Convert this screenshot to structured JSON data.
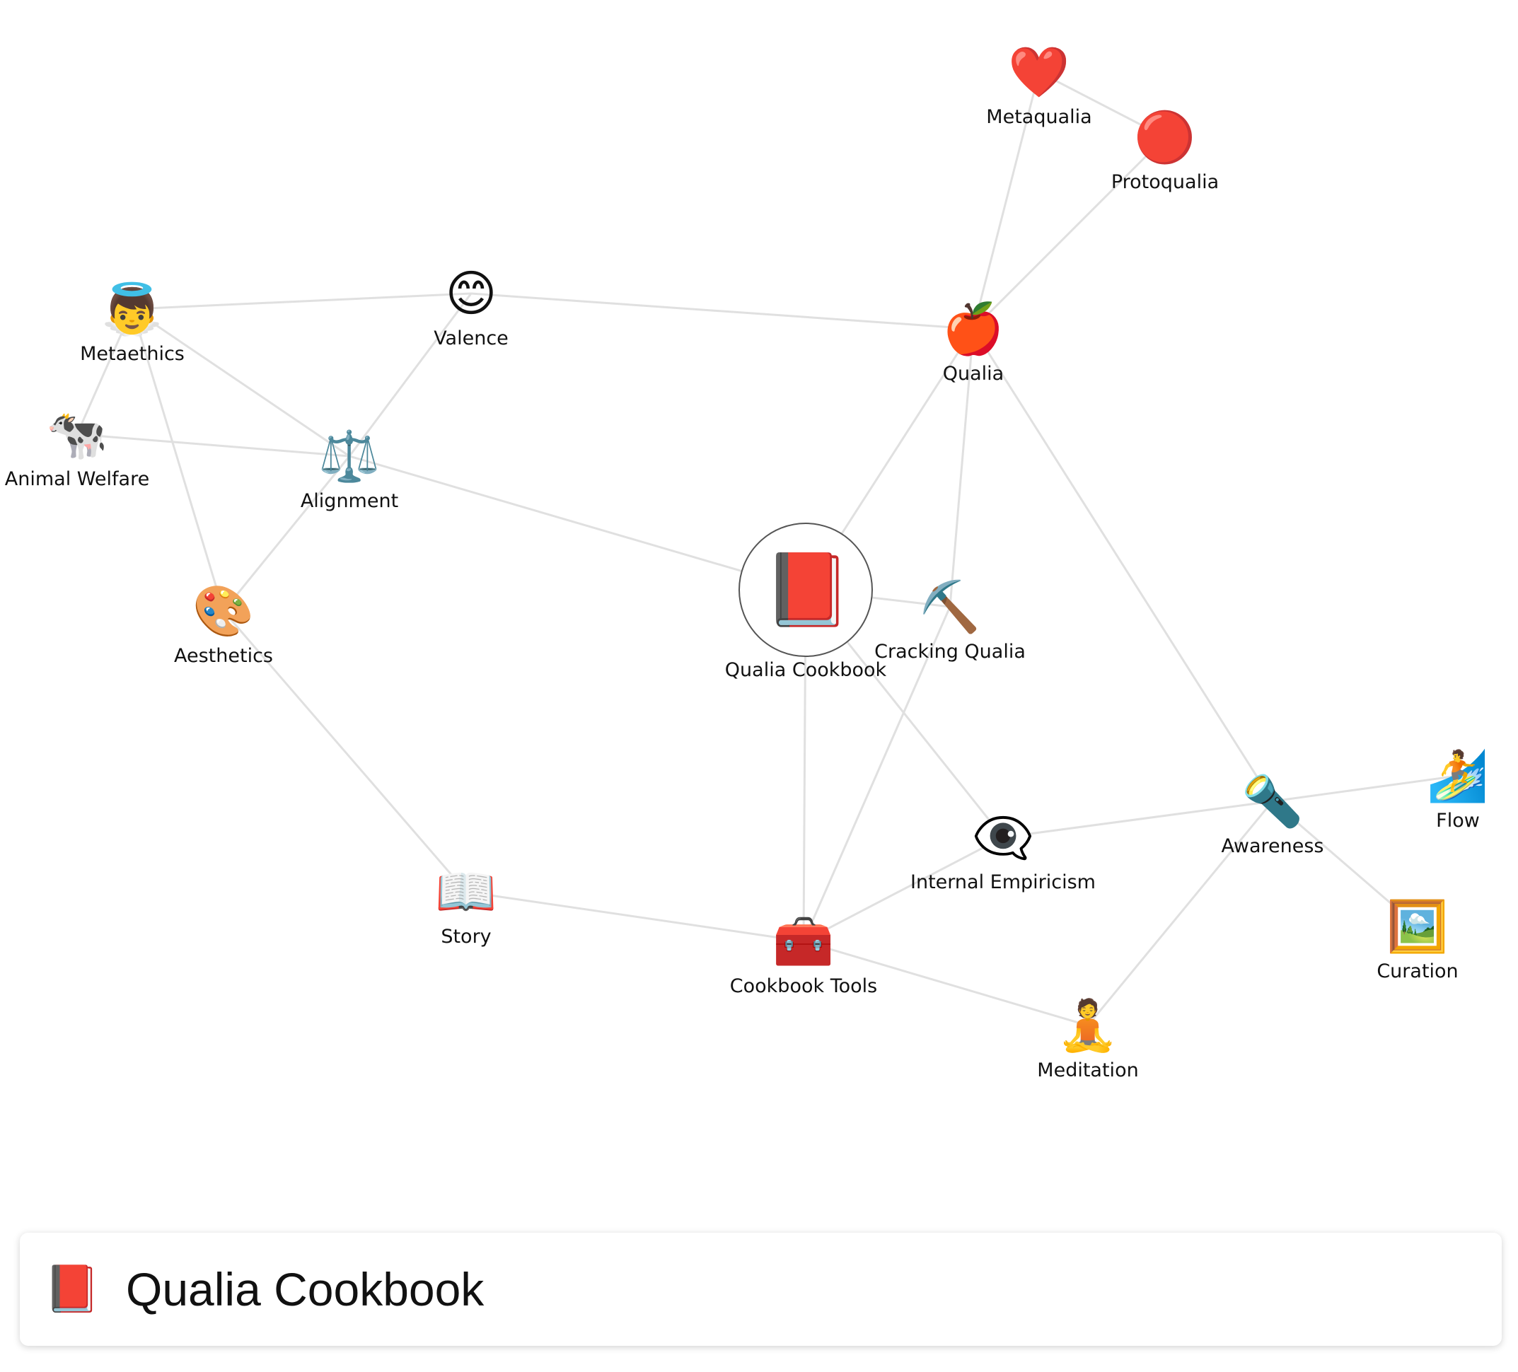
{
  "nodes": {
    "metaqualia": {
      "label": "Metaqualia",
      "icon": "❤️",
      "icon_name": "red-heart-icon"
    },
    "protoqualia": {
      "label": "Protoqualia",
      "icon": "🔴",
      "icon_name": "red-circle-icon"
    },
    "qualia": {
      "label": "Qualia",
      "icon": "🍎",
      "icon_name": "red-apple-icon"
    },
    "valence": {
      "label": "Valence",
      "icon": "😊",
      "icon_name": "smiling-face-icon"
    },
    "metaethics": {
      "label": "Metaethics",
      "icon": "👼",
      "icon_name": "angel-icon"
    },
    "animal_welfare": {
      "label": "Animal Welfare",
      "icon": "🐄",
      "icon_name": "cow-icon"
    },
    "alignment": {
      "label": "Alignment",
      "icon": "⚖️",
      "icon_name": "balance-scale-icon"
    },
    "aesthetics": {
      "label": "Aesthetics",
      "icon": "🎨",
      "icon_name": "artist-palette-icon"
    },
    "qualia_cookbook": {
      "label": "Qualia Cookbook",
      "icon": "📕",
      "icon_name": "red-book-icon"
    },
    "cracking_qualia": {
      "label": "Cracking Qualia",
      "icon": "⛏️",
      "icon_name": "pickaxe-icon"
    },
    "internal_empiricism": {
      "label": "Internal Empiricism",
      "icon": "👁️‍🗨️",
      "icon_name": "eye-in-speech-bubble-icon"
    },
    "awareness": {
      "label": "Awareness",
      "icon": "🔦",
      "icon_name": "flashlight-icon"
    },
    "flow": {
      "label": "Flow",
      "icon": "🏄",
      "icon_name": "surfer-icon"
    },
    "curation": {
      "label": "Curation",
      "icon": "🖼️",
      "icon_name": "framed-picture-icon"
    },
    "story": {
      "label": "Story",
      "icon": "📖",
      "icon_name": "open-book-icon"
    },
    "cookbook_tools": {
      "label": "Cookbook Tools",
      "icon": "🧰",
      "icon_name": "toolbox-icon"
    },
    "meditation": {
      "label": "Meditation",
      "icon": "🧘",
      "icon_name": "person-meditating-icon"
    }
  },
  "edges": [
    [
      "metaqualia",
      "protoqualia"
    ],
    [
      "metaqualia",
      "qualia"
    ],
    [
      "protoqualia",
      "qualia"
    ],
    [
      "valence",
      "qualia"
    ],
    [
      "metaethics",
      "valence"
    ],
    [
      "metaethics",
      "animal_welfare"
    ],
    [
      "metaethics",
      "alignment"
    ],
    [
      "metaethics",
      "aesthetics"
    ],
    [
      "animal_welfare",
      "alignment"
    ],
    [
      "valence",
      "alignment"
    ],
    [
      "alignment",
      "aesthetics"
    ],
    [
      "alignment",
      "qualia_cookbook"
    ],
    [
      "qualia",
      "qualia_cookbook"
    ],
    [
      "qualia",
      "cracking_qualia"
    ],
    [
      "qualia",
      "awareness"
    ],
    [
      "qualia_cookbook",
      "cracking_qualia"
    ],
    [
      "qualia_cookbook",
      "internal_empiricism"
    ],
    [
      "qualia_cookbook",
      "cookbook_tools"
    ],
    [
      "cracking_qualia",
      "cookbook_tools"
    ],
    [
      "internal_empiricism",
      "awareness"
    ],
    [
      "internal_empiricism",
      "cookbook_tools"
    ],
    [
      "awareness",
      "flow"
    ],
    [
      "awareness",
      "curation"
    ],
    [
      "awareness",
      "meditation"
    ],
    [
      "aesthetics",
      "story"
    ],
    [
      "story",
      "cookbook_tools"
    ],
    [
      "cookbook_tools",
      "meditation"
    ]
  ],
  "selected_node": "qualia_cookbook",
  "info_card": {
    "icon": "📕",
    "icon_name": "red-book-icon",
    "title": "Qualia Cookbook"
  },
  "colors": {
    "edge": "#e0e0e0",
    "selected_ring": "#555555"
  }
}
